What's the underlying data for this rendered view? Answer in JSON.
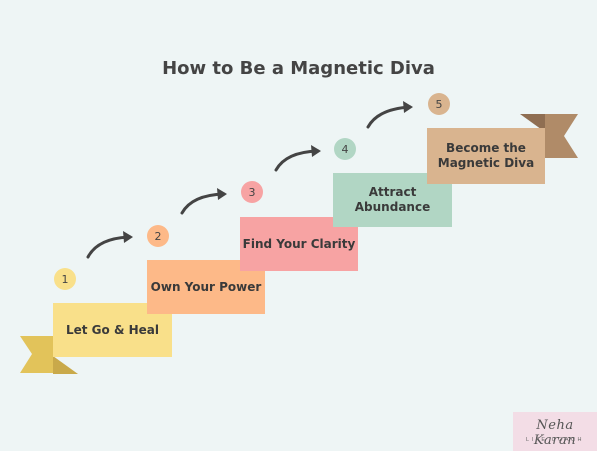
{
  "title": "How to Be a Magnetic Diva",
  "steps": [
    {
      "number": "1",
      "label": "Let Go & Heal",
      "color": "#f9e08a",
      "dark": "#e2c35a"
    },
    {
      "number": "2",
      "label": "Own Your Power",
      "color": "#fdb988",
      "dark": "#e09a68"
    },
    {
      "number": "3",
      "label": "Find Your Clarity",
      "color": "#f7a3a3",
      "dark": "#de8585"
    },
    {
      "number": "4",
      "label": "Attract Abundance",
      "color": "#b1d6c4",
      "dark": "#8fbba5"
    },
    {
      "number": "5",
      "label": "Become the Magnetic Diva",
      "color": "#d9b48f",
      "dark": "#b08b68"
    }
  ],
  "arrow_color": "#444444",
  "logo": {
    "name": "Neha Karan",
    "subtitle": "LIFE COACH"
  }
}
